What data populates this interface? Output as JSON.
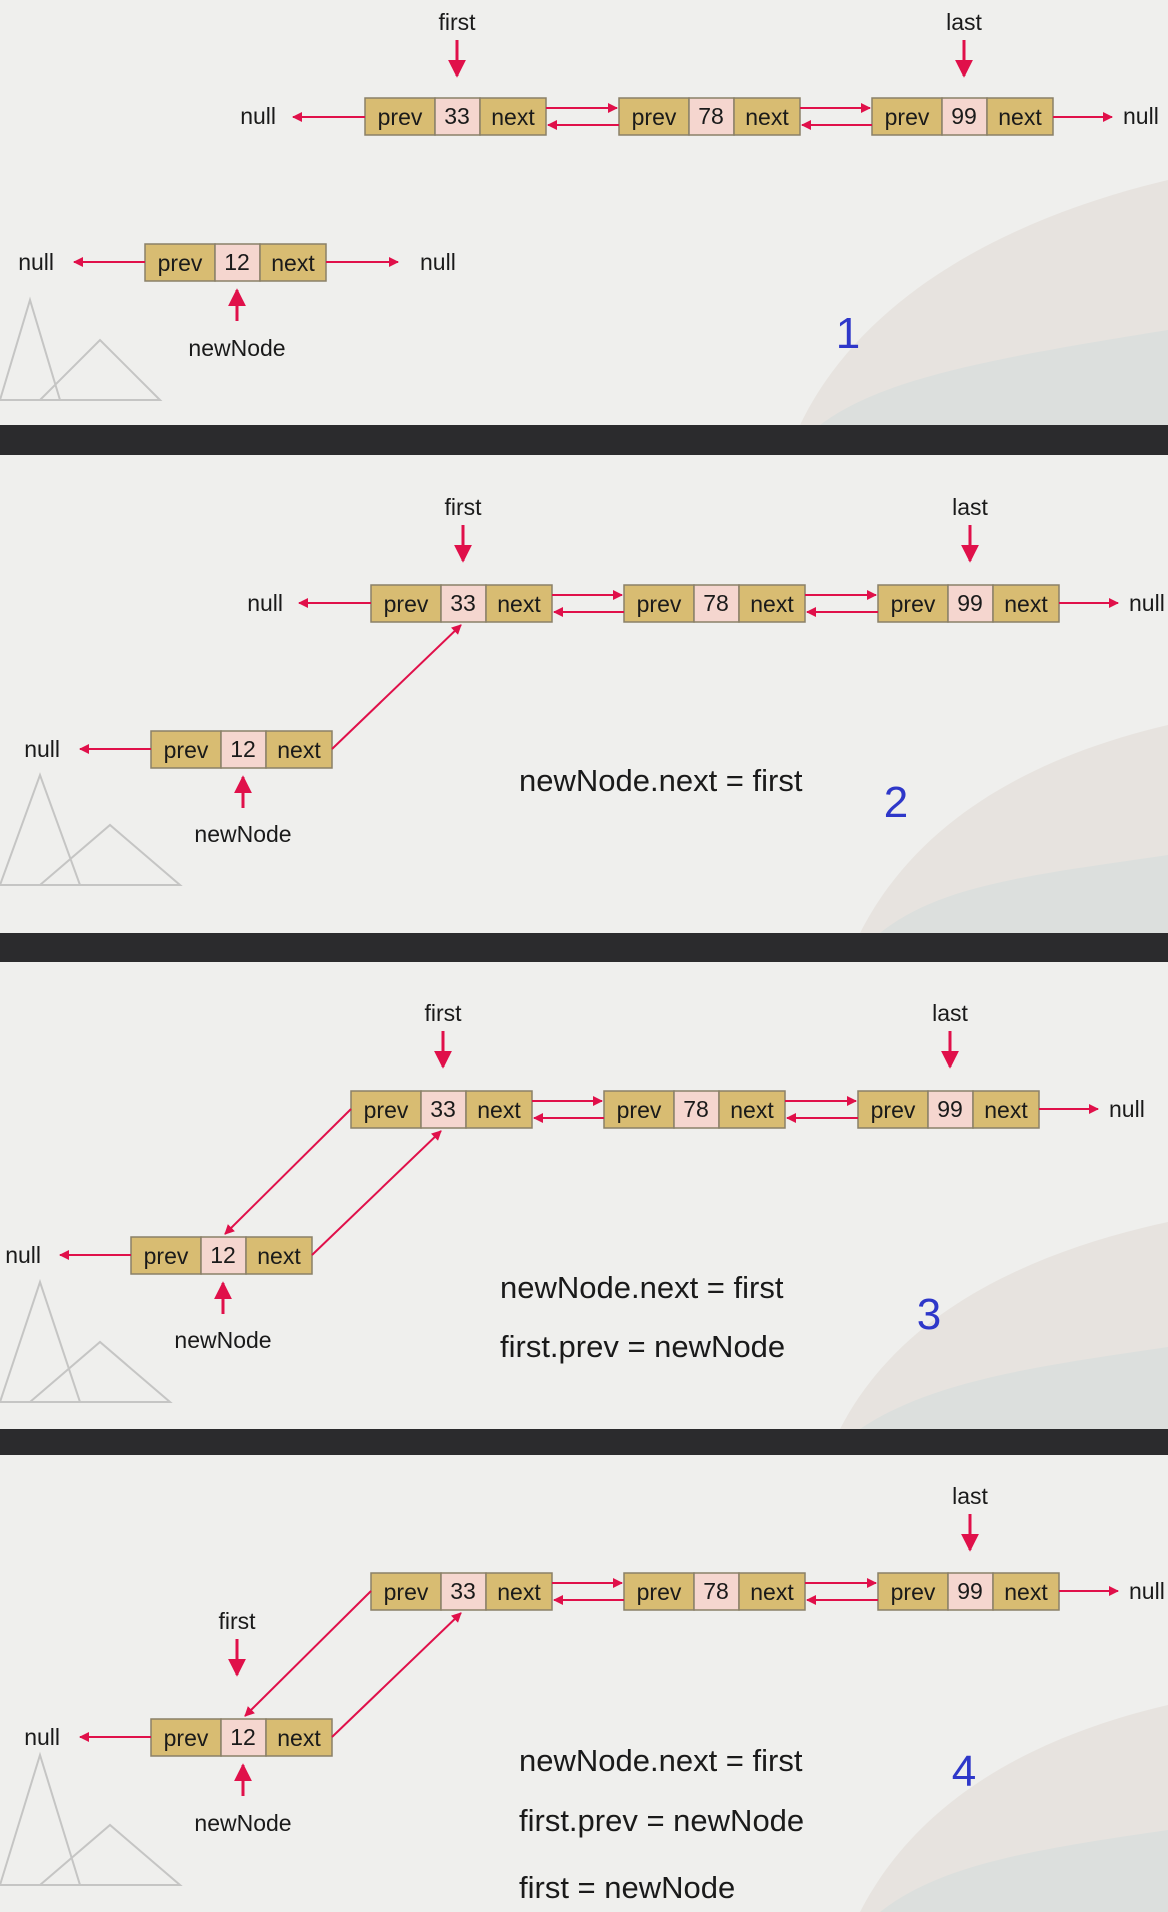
{
  "labels": {
    "prev": "prev",
    "next": "next",
    "null": "null",
    "first": "first",
    "last": "last",
    "newNode": "newNode"
  },
  "node_values": {
    "n33": "33",
    "n78": "78",
    "n99": "99",
    "n12": "12"
  },
  "steps": [
    {
      "number": "1",
      "code": []
    },
    {
      "number": "2",
      "code": [
        "newNode.next = first"
      ]
    },
    {
      "number": "3",
      "code": [
        "newNode.next = first",
        "first.prev = newNode"
      ]
    },
    {
      "number": "4",
      "code": [
        "newNode.next = first",
        "first.prev = newNode",
        "first = newNode"
      ]
    }
  ],
  "colors": {
    "pointer_arrow": "#e0104a",
    "node_field": "#d8bc72",
    "node_value": "#f5d6cf",
    "step_number": "#2e37c9"
  }
}
